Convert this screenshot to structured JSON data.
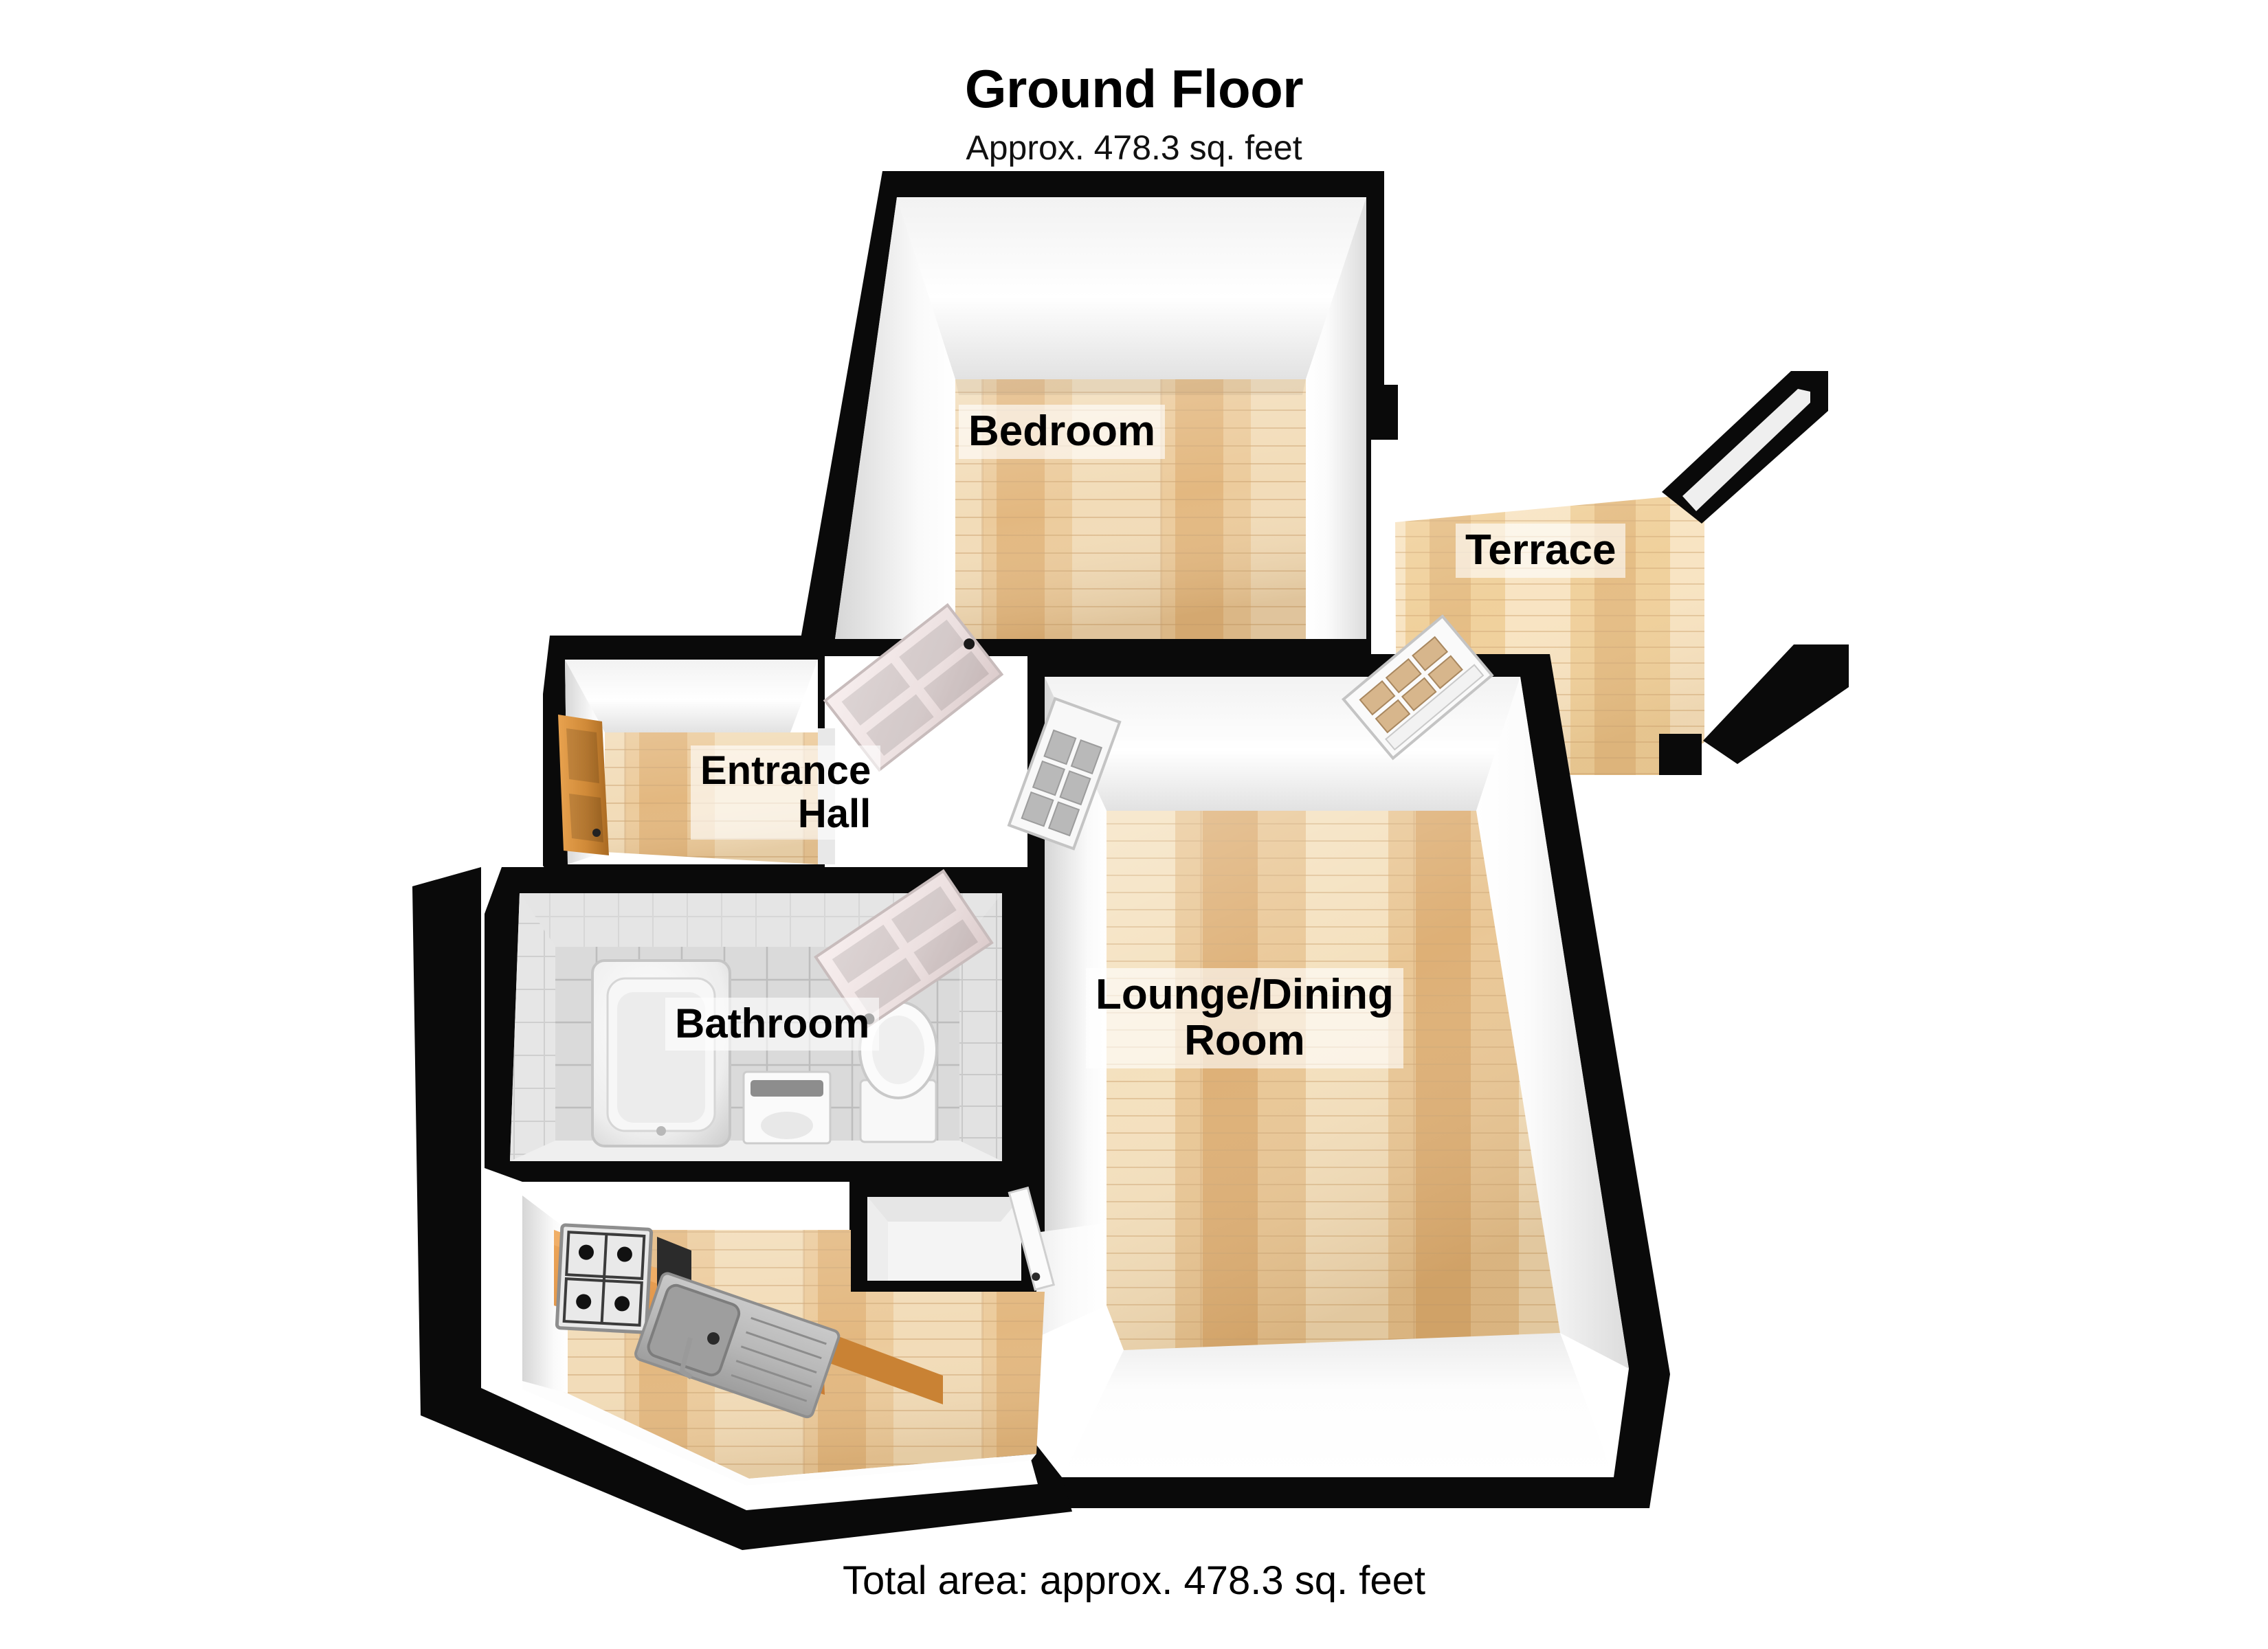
{
  "header": {
    "title": "Ground Floor",
    "subtitle": "Approx. 478.3 sq. feet"
  },
  "footer": {
    "total_area": "Total area: approx. 478.3 sq. feet"
  },
  "rooms": [
    {
      "id": "bedroom",
      "label": "Bedroom",
      "floor": "wood",
      "area_note": ""
    },
    {
      "id": "terrace",
      "label": "Terrace",
      "floor": "decking",
      "area_note": ""
    },
    {
      "id": "entrance",
      "label": "Entrance\nHall",
      "floor": "wood",
      "area_note": ""
    },
    {
      "id": "bathroom",
      "label": "Bathroom",
      "floor": "tile",
      "area_note": ""
    },
    {
      "id": "lounge",
      "label": "Lounge/Dining\nRoom",
      "floor": "wood",
      "area_note": ""
    }
  ],
  "fixtures": [
    {
      "id": "bathtub",
      "name": "bathtub"
    },
    {
      "id": "washbasin",
      "name": "wash-basin"
    },
    {
      "id": "toilet",
      "name": "toilet"
    },
    {
      "id": "hob",
      "name": "gas-hob"
    },
    {
      "id": "kitchen-sink",
      "name": "kitchen-sink-with-drainer"
    },
    {
      "id": "counter",
      "name": "kitchen-counter"
    }
  ],
  "openings": [
    {
      "id": "front-door",
      "name": "front-door",
      "type": "door",
      "state": "open"
    },
    {
      "id": "bedroom-door",
      "name": "bedroom-door",
      "type": "door",
      "state": "open"
    },
    {
      "id": "bathroom-door",
      "name": "bathroom-door",
      "type": "door",
      "state": "open"
    },
    {
      "id": "lounge-door",
      "name": "lounge-glazed-door",
      "type": "door",
      "state": "open"
    },
    {
      "id": "terrace-door",
      "name": "terrace-glazed-door",
      "type": "door",
      "state": "open"
    },
    {
      "id": "cupboard-door",
      "name": "cupboard-door",
      "type": "door",
      "state": "open"
    }
  ],
  "colors": {
    "wall_outline": "#0a0a0a",
    "wall_inner_light": "#ffffff",
    "wall_inner_shade": "#d8d8d8",
    "floor_wood_light": "#f3dfbc",
    "floor_wood_mid": "#e8c693",
    "floor_wood_dark": "#d9ac72",
    "tile_floor": "#dcdcdc",
    "tile_wall": "#e9e9e9",
    "counter_wood": "#e0954a",
    "sanitary_white": "#f4f4f4",
    "door_panel": "#efe3e3",
    "door_wood": "#cf8b3d",
    "glass_pane": "#cfcfcf",
    "label_bg": "rgba(255,255,255,0.62)",
    "page_bg": "#ffffff"
  }
}
